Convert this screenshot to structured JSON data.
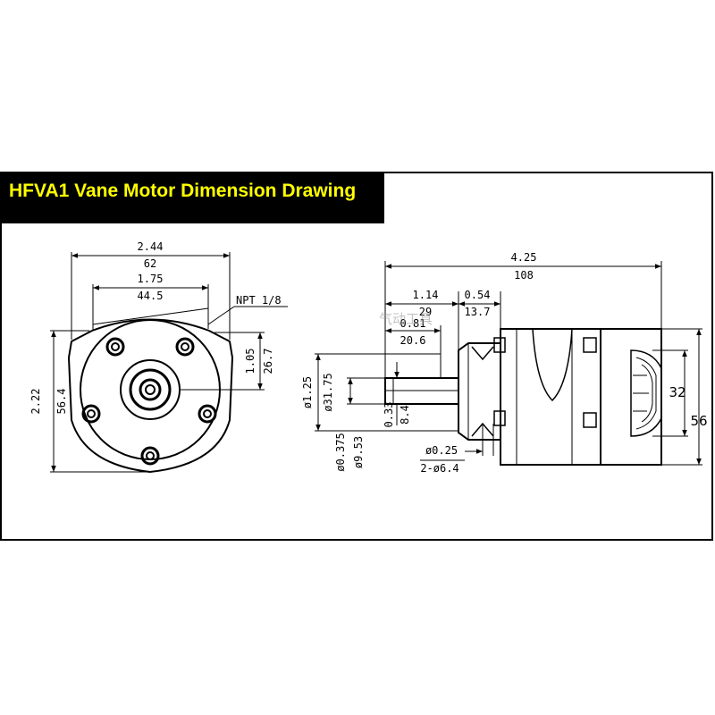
{
  "title": "HFVA1 Vane Motor Dimension Drawing",
  "watermark": "气动工具",
  "colors": {
    "title_bg": "#000000",
    "title_text": "#ffff00",
    "line": "#000000"
  },
  "front_view": {
    "width_in": "2.44",
    "width_mm": "62",
    "bolt_in": "1.75",
    "bolt_mm": "44.5",
    "port_label": "NPT 1/8",
    "height_in": "2.22",
    "height_mm": "56.4",
    "port_offset_in": "1.05",
    "port_offset_mm": "26.7"
  },
  "side_view": {
    "length_in": "4.25",
    "length_mm": "108",
    "shaft_len_in": "1.14",
    "shaft_len_mm": "29",
    "flange_in": "0.54",
    "flange_mm": "13.7",
    "key_len_in": "0.81",
    "key_len_mm": "20.6",
    "pilot_dia_in": "ø1.25",
    "pilot_dia_mm": "ø31.75",
    "key_h_in": "0.33",
    "key_h_mm": "8.4",
    "shaft_dia_in": "ø0.375",
    "shaft_dia_mm": "ø9.53",
    "hole_in": "ø0.25",
    "hole_mm": "2-ø6.4",
    "exhaust_dia": "32",
    "body_dia": "56"
  }
}
